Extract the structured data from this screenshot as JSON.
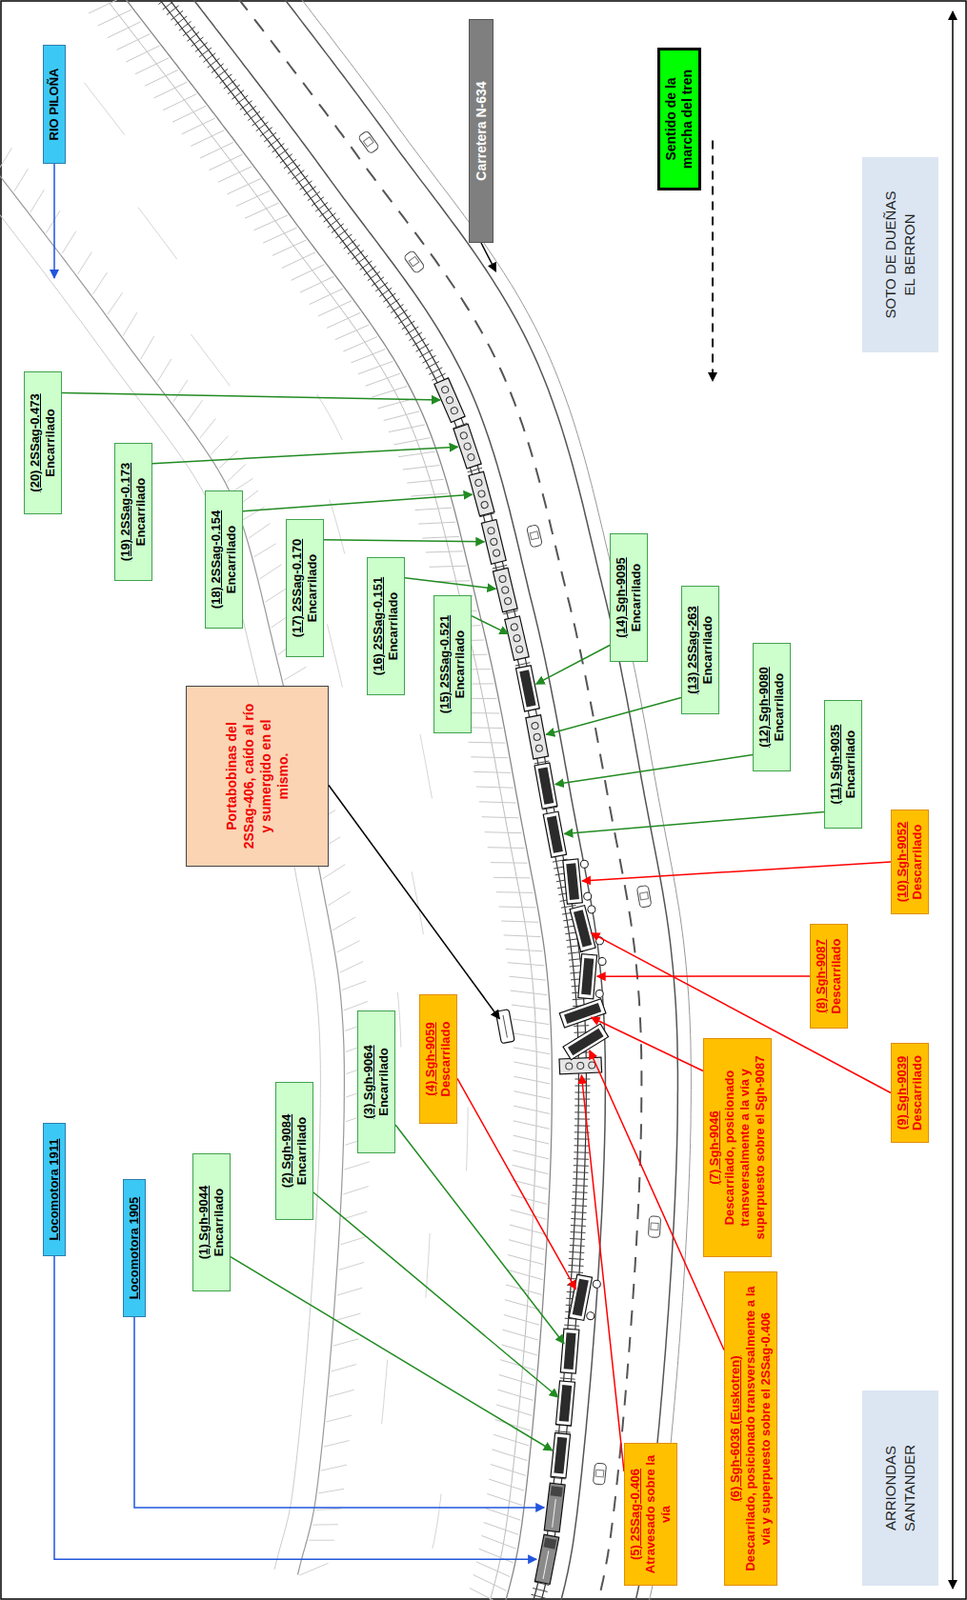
{
  "diagram": {
    "nodes": [
      {
        "text": [
          "RIO PILOÑA"
        ]
      },
      {
        "text": [
          "Carretera N-634"
        ]
      },
      {
        "text": [
          "Sentido de la marcha del tren"
        ]
      },
      {
        "text": [
          "SOTO DE DUEÑAS EL BERRON"
        ]
      },
      {
        "text": [
          "(20) 2SSag-0.473",
          "Encarrilado"
        ]
      },
      {
        "text": [
          "(19) 2SSag-0.173",
          "Encarrilado"
        ]
      },
      {
        "text": [
          "(18) 2SSag-0.154",
          "Encarrilado"
        ]
      },
      {
        "text": [
          "(17) 2SSag-0.170",
          "Encarrilado"
        ]
      },
      {
        "text": [
          "(16) 2SSag-0.151",
          "Encarrilado"
        ]
      },
      {
        "text": [
          "(15) 2SSag-0.521",
          "Encarrilado"
        ]
      },
      {
        "text": [
          "(14) Sgh-9095",
          "Encarrilado"
        ]
      },
      {
        "text": [
          "(13) 2SSag-263",
          "Encarrilado"
        ]
      },
      {
        "text": [
          "(12) Sgh-9080",
          "Encarrilado"
        ]
      },
      {
        "text": [
          "(11) Sgh-9035",
          "Encarrilado"
        ]
      },
      {
        "text": [
          "Portabobinas del 2SSag-406, caído al río y sumergido en el mismo."
        ]
      },
      {
        "text": [
          "(10) Sgh-9052",
          "Descarrilado"
        ]
      },
      {
        "text": [
          "(9) Sgh-9039",
          "Descarrilado"
        ]
      },
      {
        "text": [
          "(8) Sgh-9087",
          "Descarrilado"
        ]
      },
      {
        "text": [
          "(7) Sgh-9046",
          "Descarrilado, posicionado transversalmente a la vía y superpuesto sobre el Sgh-9087"
        ]
      },
      {
        "text": [
          "Locomotora 1911"
        ]
      },
      {
        "text": [
          "Locomotora 1905"
        ]
      },
      {
        "text": [
          "(1) Sgh-9044",
          "Encarrilado"
        ]
      },
      {
        "text": [
          "(2) Sgh-9084",
          "Encarrilado"
        ]
      },
      {
        "text": [
          "(3) Sgh-9064",
          "Encarrilado"
        ]
      },
      {
        "text": [
          "(4) Sgh-9059",
          "Descarrilado"
        ]
      },
      {
        "text": [
          "(5) 2SSag-0.406",
          "Atravesado sobre la vía"
        ]
      },
      {
        "text": [
          "(6) Sgh-6036 (Euskotren)",
          "Descarrilado, posicionado transversalmente a la vía y superpuesto sobre el 2SSag-0.406"
        ]
      },
      {
        "text": [
          "ARRIONDAS SANTANDER"
        ]
      }
    ]
  }
}
